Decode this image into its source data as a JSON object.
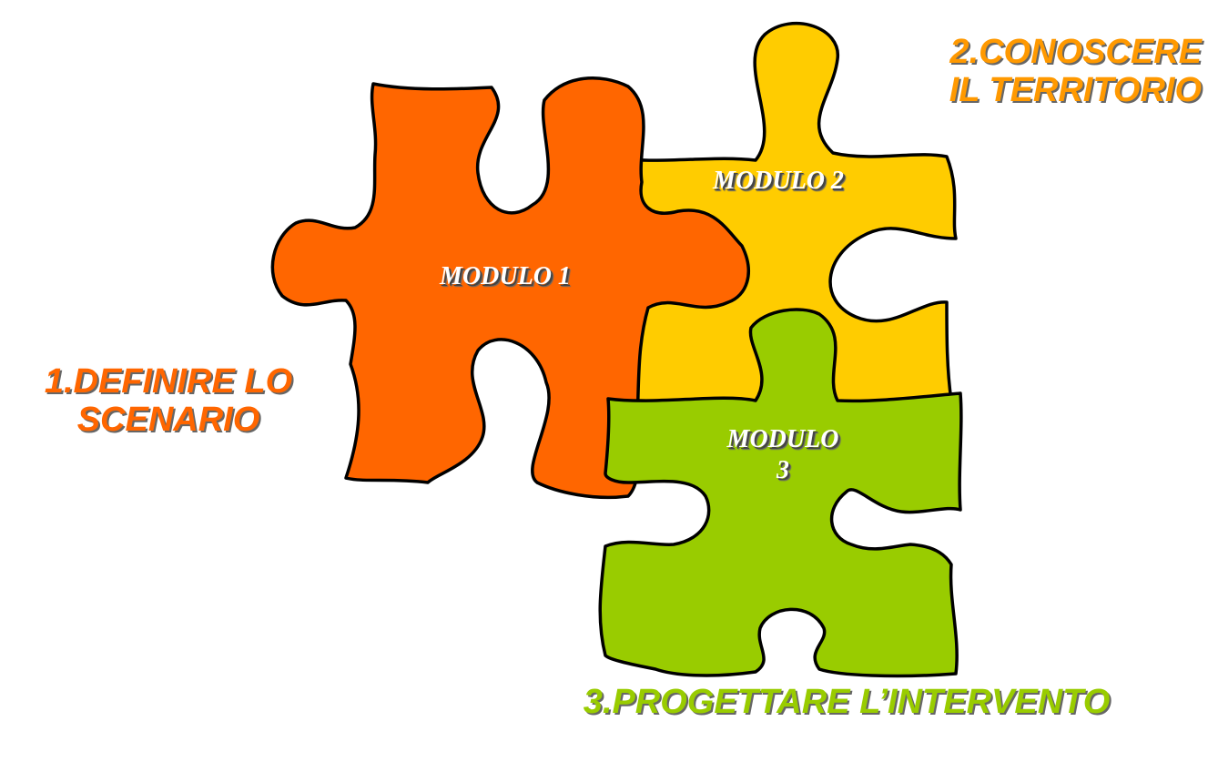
{
  "colors": {
    "module1": "#ff6600",
    "module2": "#ffcc00",
    "module3": "#99cc00",
    "outline": "#000000",
    "caption1": "#ff6600",
    "caption2": "#ff9900",
    "caption3": "#99cc00"
  },
  "pieces": [
    {
      "label": "MODULO 1",
      "caption": "1.DEFINIRE LO SCENARIO"
    },
    {
      "label": "MODULO 2",
      "caption": "2.CONOSCERE IL TERRITORIO"
    },
    {
      "label": "MODULO 3",
      "caption": "3.PROGETTARE L’INTERVENTO"
    }
  ],
  "captions": {
    "step1_line1": "1.DEFINIRE LO",
    "step1_line2": "SCENARIO",
    "step2_line1": "2.CONOSCERE",
    "step2_line2": "IL TERRITORIO",
    "step3": "3.PROGETTARE L’INTERVENTO"
  },
  "modules": {
    "m1": "MODULO 1",
    "m2": "MODULO 2",
    "m3_line1": "MODULO",
    "m3_line2": "3"
  }
}
